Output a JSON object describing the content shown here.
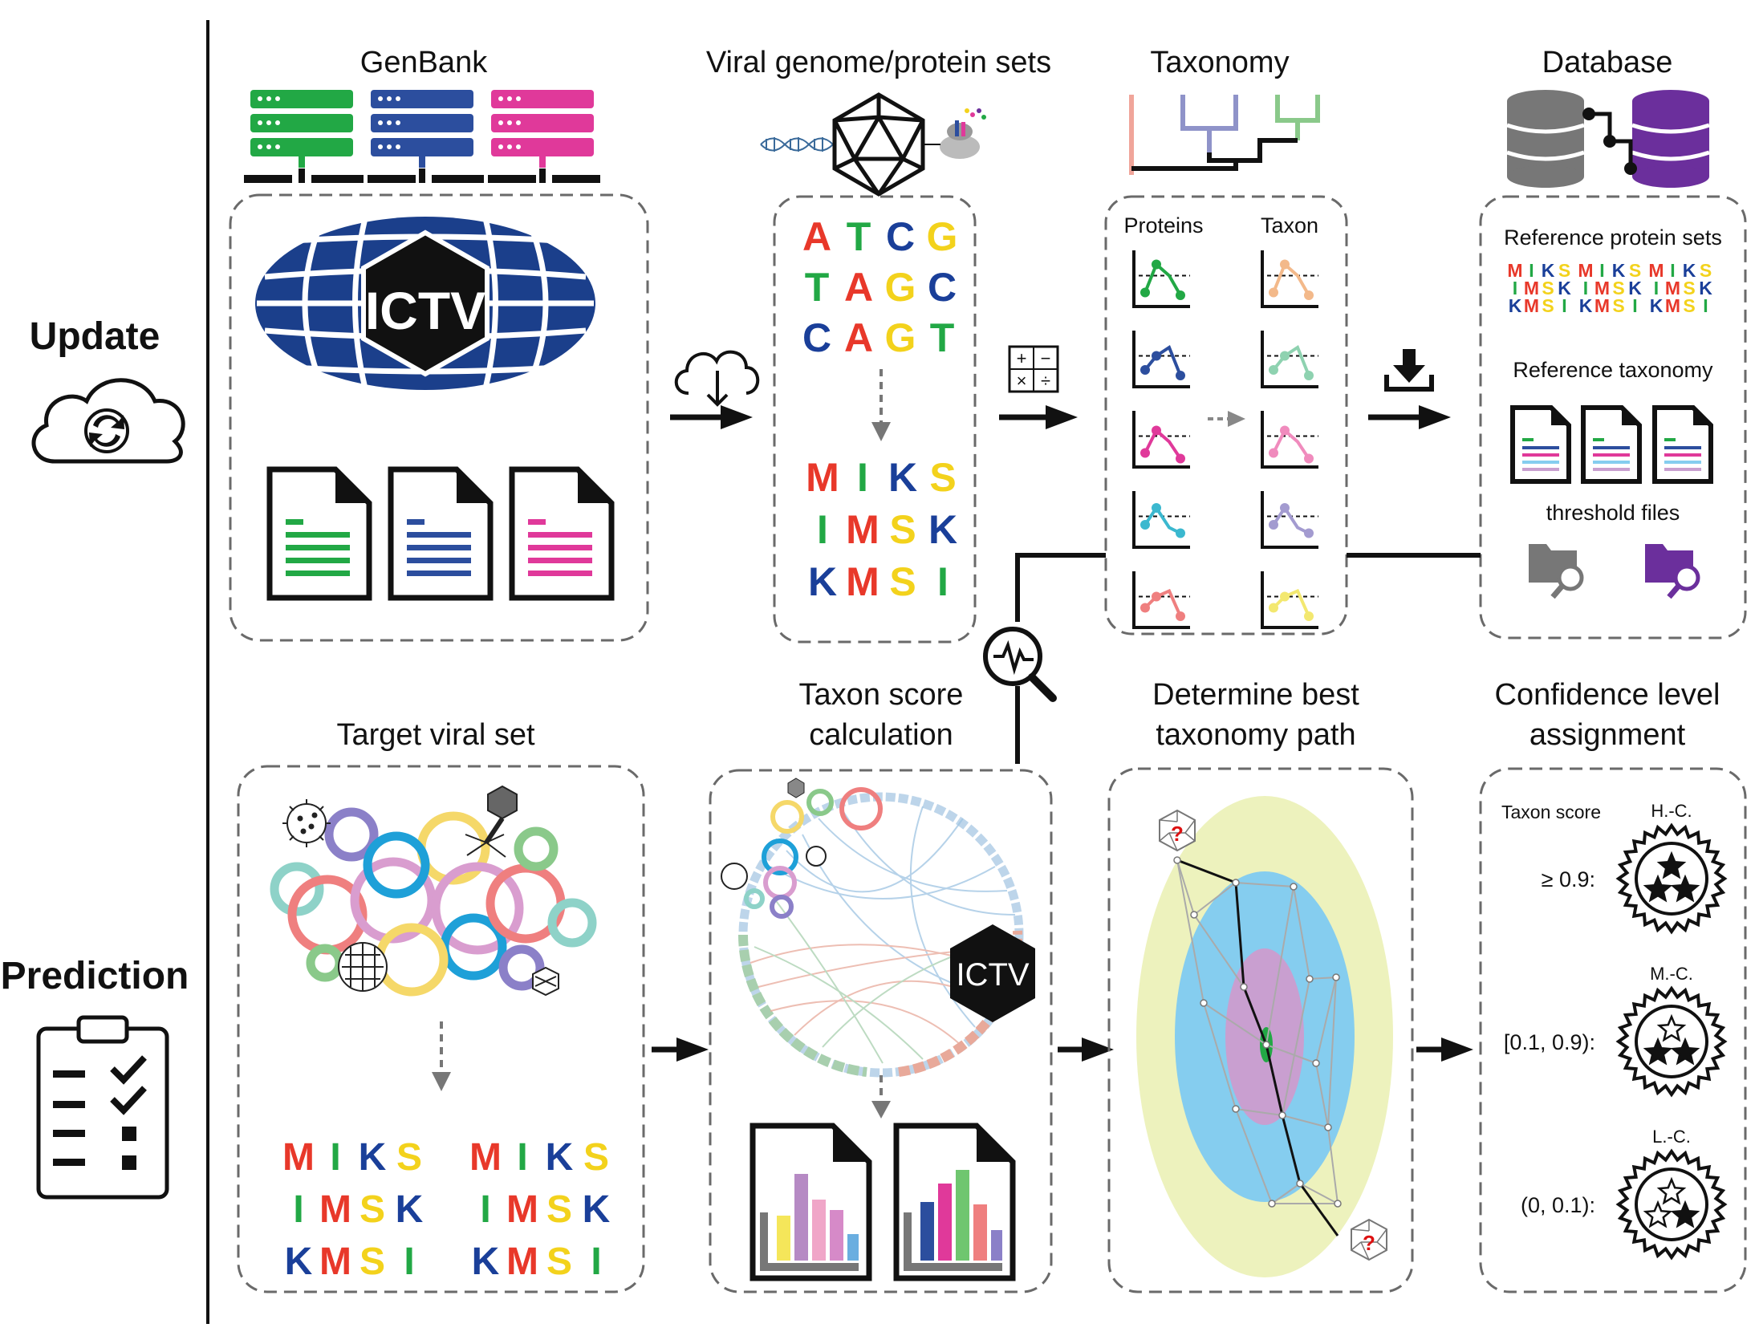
{
  "sections": {
    "update": "Update",
    "prediction": "Prediction"
  },
  "update_row": {
    "genbank": {
      "title": "GenBank",
      "logo_text": "ICTV"
    },
    "viral_sets": {
      "title": "Viral genome/protein sets",
      "dna_rows": [
        [
          "A",
          "T",
          "C",
          "G"
        ],
        [
          "T",
          "A",
          "G",
          "C"
        ],
        [
          "C",
          "A",
          "G",
          "T"
        ]
      ],
      "protein_rows": [
        [
          "M",
          "I",
          "K",
          "S"
        ],
        [
          "I",
          "M",
          "S",
          "K"
        ],
        [
          "K",
          "M",
          "S",
          "I"
        ]
      ]
    },
    "taxonomy": {
      "title": "Taxonomy",
      "proteins_label": "Proteins",
      "taxon_label": "Taxon"
    },
    "database": {
      "title": "Database",
      "ref_protein_label": "Reference protein sets",
      "ref_protein_rows": [
        [
          "M",
          "I",
          "K",
          "S",
          "M",
          "I",
          "K",
          "S",
          "M",
          "I",
          "K",
          "S"
        ],
        [
          "I",
          "M",
          "S",
          "K",
          "I",
          "M",
          "S",
          "K",
          "I",
          "M",
          "S",
          "K"
        ],
        [
          "K",
          "M",
          "S",
          "I",
          "K",
          "M",
          "S",
          "I",
          "K",
          "M",
          "S",
          "I"
        ]
      ],
      "ref_taxonomy_label": "Reference taxonomy",
      "threshold_label": "threshold files"
    }
  },
  "prediction_row": {
    "target": {
      "title": "Target viral set",
      "protein_rows": [
        [
          "M",
          "I",
          "K",
          "S"
        ],
        [
          "I",
          "M",
          "S",
          "K"
        ],
        [
          "K",
          "M",
          "S",
          "I"
        ]
      ]
    },
    "taxon_score": {
      "title_line1": "Taxon score",
      "title_line2": "calculation",
      "logo_text": "ICTV"
    },
    "best_path": {
      "title_line1": "Determine best",
      "title_line2": "taxonomy path",
      "unknown_mark": "?"
    },
    "confidence": {
      "title_line1": "Confidence level",
      "title_line2": "assignment",
      "col_header": "Taxon score",
      "levels": [
        {
          "label": "H.-C.",
          "range": "≥ 0.9:",
          "filled_stars": 3
        },
        {
          "label": "M.-C.",
          "range": "[0.1, 0.9):",
          "filled_stars": 2
        },
        {
          "label": "L.-C.",
          "range": "(0, 0.1):",
          "filled_stars": 1
        }
      ]
    }
  },
  "colors": {
    "green": "#22a845",
    "blue": "#2c4e9e",
    "pink": "#e0399a",
    "navy": "#1b3f8b",
    "seq_A": "#e8382a",
    "seq_T": "#22a845",
    "seq_C": "#1a3f99",
    "seq_G": "#f3d21c",
    "seq_M": "#e8382a",
    "seq_I": "#22a845",
    "seq_K": "#1a3f99",
    "seq_S": "#f3d21c",
    "db_gray": "#777777",
    "db_purple": "#6b2f9c",
    "ellipse_outer": "#edf2bd",
    "ellipse_mid": "#85cdef",
    "ellipse_inner": "#c99fd0"
  }
}
